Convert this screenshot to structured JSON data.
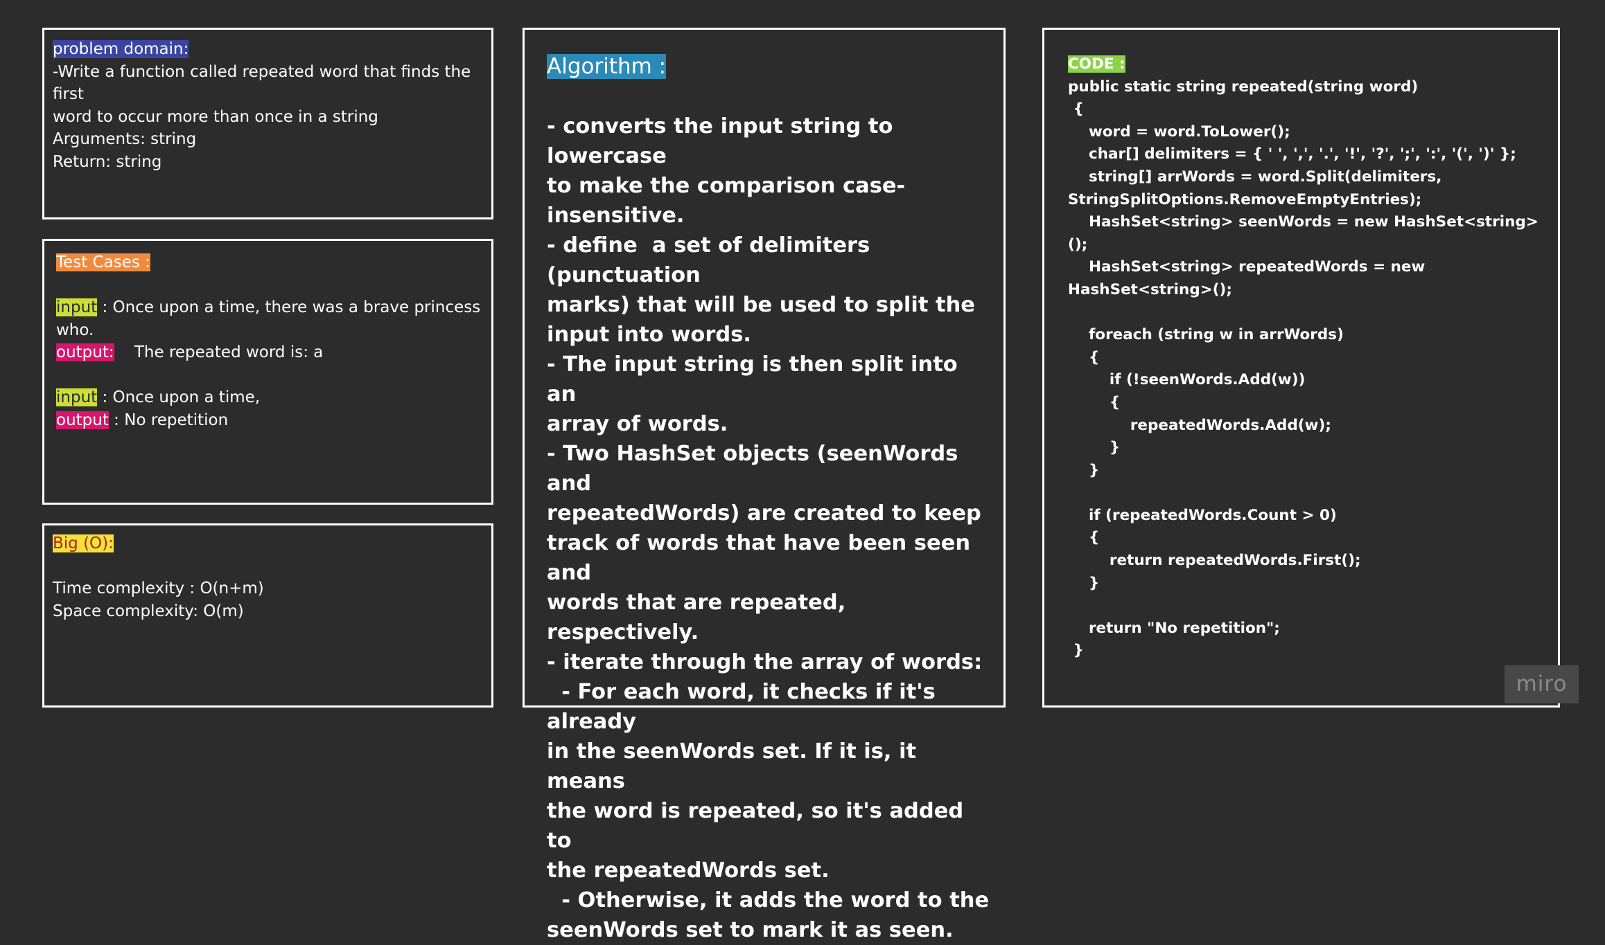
{
  "problem": {
    "heading": "problem domain:",
    "lines": [
      "-Write a function called repeated word that finds the first",
      "word to occur more than once in a string",
      "Arguments: string",
      "Return: string"
    ]
  },
  "tests": {
    "heading": "Test Cases :",
    "case1": {
      "input_label": "input",
      "input_text": " : Once upon a time, there was a brave princess",
      "input_cont": "who.",
      "output_label": "output:",
      "output_text": "    The repeated word is: a"
    },
    "case2": {
      "input_label": "input",
      "input_text": " : Once upon a time,",
      "output_label": "output",
      "output_text": " : No repetition"
    }
  },
  "bigo": {
    "heading": "Big (O):",
    "time": "Time complexity : O(n+m)",
    "space": "Space complexity: O(m)"
  },
  "algorithm": {
    "heading": "Algorithm :",
    "lines": [
      "- converts the input string to lowercase",
      "to make the comparison case-",
      "insensitive.",
      "- define  a set of delimiters (punctuation",
      "marks) that will be used to split the",
      "input into words.",
      "- The input string is then split into an",
      "array of words.",
      "- Two HashSet objects (seenWords and",
      "repeatedWords) are created to keep",
      "track of words that have been seen and",
      "words that are repeated, respectively.",
      "- iterate through the array of words:",
      "  - For each word, it checks if it's already",
      "in the seenWords set. If it is, it means",
      "the word is repeated, so it's added to",
      "the repeatedWords set.",
      "  - Otherwise, it adds the word to the",
      "seenWords set to mark it as seen."
    ]
  },
  "code": {
    "heading": "CODE :",
    "lines": [
      "public static string repeated(string word)",
      " {",
      "    word = word.ToLower();",
      "    char[] delimiters = { ' ', ',', '.', '!', '?', ';', ':', '(', ')' };",
      "    string[] arrWords = word.Split(delimiters,",
      "StringSplitOptions.RemoveEmptyEntries);",
      "    HashSet<string> seenWords = new HashSet<string>();",
      "    HashSet<string> repeatedWords = new",
      "HashSet<string>();",
      "",
      "    foreach (string w in arrWords)",
      "    {",
      "        if (!seenWords.Add(w))",
      "        {",
      "            repeatedWords.Add(w);",
      "        }",
      "    }",
      "",
      "    if (repeatedWords.Count > 0)",
      "    {",
      "        return repeatedWords.First();",
      "    }",
      "",
      "    return \"No repetition\";",
      " }"
    ]
  },
  "watermark": "miro"
}
